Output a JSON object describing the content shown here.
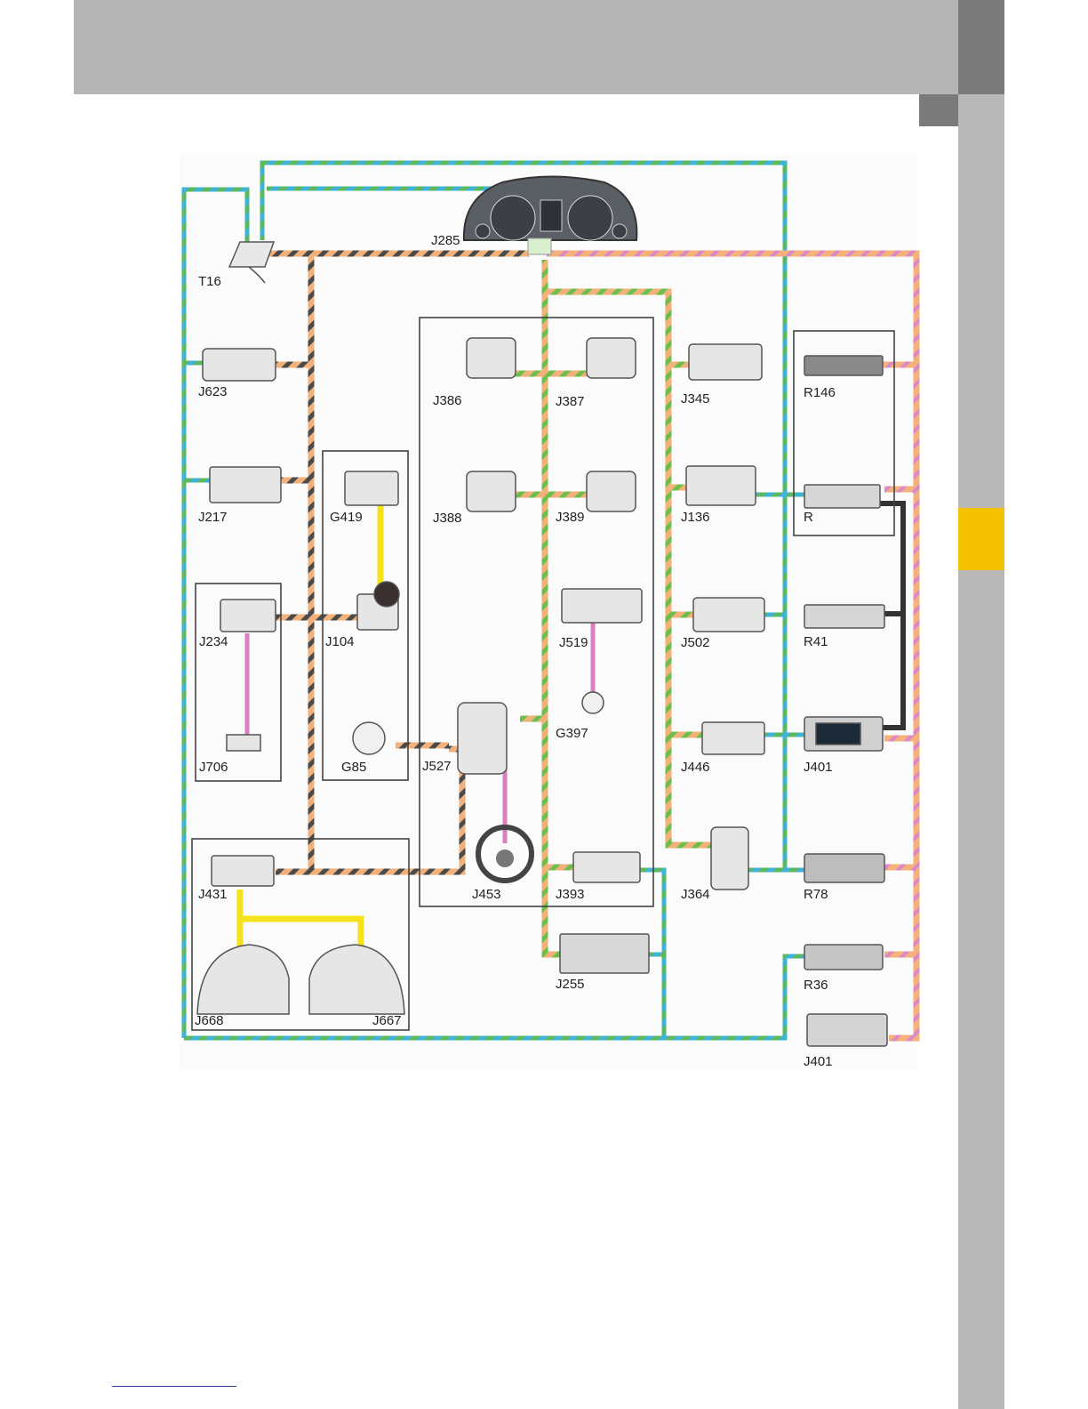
{
  "page": {
    "colors": {
      "header_gray": "#b5b5b5",
      "corner_dark": "#7a7a7a",
      "side_strip": "#b8b8b8",
      "chapter_tab": "#f6c100"
    }
  },
  "diagram": {
    "bus_colors": {
      "blue_green_bus": [
        "#3fb4d8",
        "#5cb85c"
      ],
      "orange_black_bus": [
        "#f2b07a",
        "#4a4a4a"
      ],
      "orange_green_bus": [
        "#f2b07a",
        "#6cc04a"
      ],
      "orange_pink_bus": [
        "#f5b07c",
        "#d889c8"
      ],
      "yellow_link": "#f4e21a",
      "pink_link": "#d97fc0",
      "black_link": "#333333"
    },
    "components": {
      "J285": "J285",
      "T16": "T16",
      "J623": "J623",
      "J217": "J217",
      "G419": "G419",
      "J104": "J104",
      "J234": "J234",
      "J706": "J706",
      "G85": "G85",
      "J386": "J386",
      "J387": "J387",
      "J388": "J388",
      "J389": "J389",
      "J519": "J519",
      "G397": "G397",
      "J527": "J527",
      "J453": "J453",
      "J393": "J393",
      "J431": "J431",
      "J668": "J668",
      "J667": "J667",
      "J255": "J255",
      "J345": "J345",
      "J136": "J136",
      "J502": "J502",
      "J446": "J446",
      "J364": "J364",
      "R146": "R146",
      "R": "R",
      "R41": "R41",
      "J401_a": "J401",
      "R78": "R78",
      "R36": "R36",
      "J401_b": "J401"
    }
  }
}
